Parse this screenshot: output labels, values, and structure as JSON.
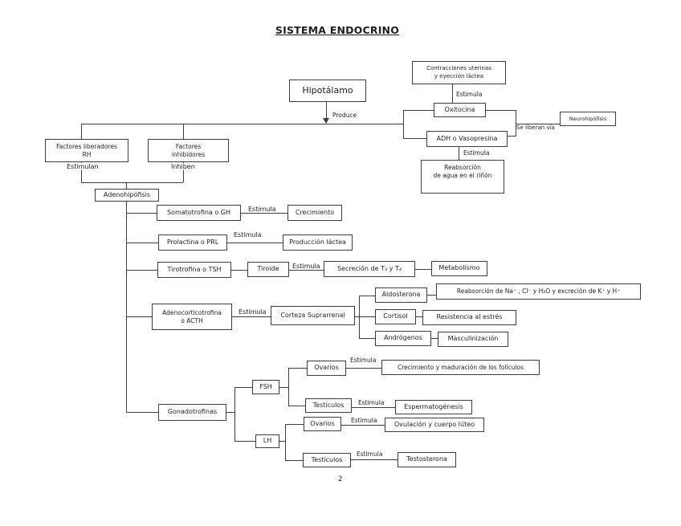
{
  "title": "SISTEMA ENDOCRINO",
  "page_number": "2",
  "colors": {
    "line": "#3d3d3d",
    "text": "#1f1f1f",
    "background": "#ffffff"
  },
  "nodes": {
    "hipotalamo": "Hipotálamo",
    "contracciones": "Contracciones uterinas\ny eyección láctea",
    "oxitocina": "Oxitocina",
    "adh": "ADH o Vasopresina",
    "neurohipofisis": "Neurohipófisis",
    "reabsorcion_agua": "Reabsorción\nde agua en el riñón",
    "factores_liberadores": "Factores liberadores\nRH",
    "factores_inhibidores": "Factores\ninhibidores",
    "adenohipofisis": "Adenohipófisis",
    "somatotrofina": "Somatotrofina o GH",
    "crecimiento": "Crecimiento",
    "prolactina": "Prolactina o PRL",
    "produccion_lactea": "Producción láctea",
    "tirotrofina": "Tirotrofina o  TSH",
    "tiroide": "Tiroide",
    "secrecion_t3_t4": "Secreción de T₃ y T₄",
    "metabolismo": "Metabolismo",
    "adenocorticotrofina": "Adenocorticotrofina\no ACTH",
    "corteza_suprarrenal": "Corteza Suprarrenal",
    "aldosterona": "Aldosterona",
    "reabsorcion_na": "Reabsorción de Na⁺ , Cl⁻  y H₂O y excreción de K⁺ y H⁺",
    "cortisol": "Cortisol",
    "resistencia_estres": "Resistencia al estrés",
    "androgenos": "Andrógenos",
    "masculinizacion": "Masculinización",
    "gonadotrofinas": "Gonadotrofinas",
    "fsh": "FSH",
    "lh": "LH",
    "ovarios_fsh": "Ovarios",
    "testiculos_fsh": "Testículos",
    "crecimiento_foliculos": "Crecimiento y maduración de los folículos",
    "espermatogenesis": "Espermatogénesis",
    "ovarios_lh": "Ovarios",
    "ovulacion": "Ovulación y cuerpo lúteo",
    "testiculos_lh": "Testículos",
    "testosterona": "Testosterona"
  },
  "edge_labels": {
    "produce": "Produce",
    "estimula": "Estimula",
    "estimulan": "Estimulan",
    "inhiben": "Inhiben",
    "se_liberan_via": "Se liberan vía"
  }
}
